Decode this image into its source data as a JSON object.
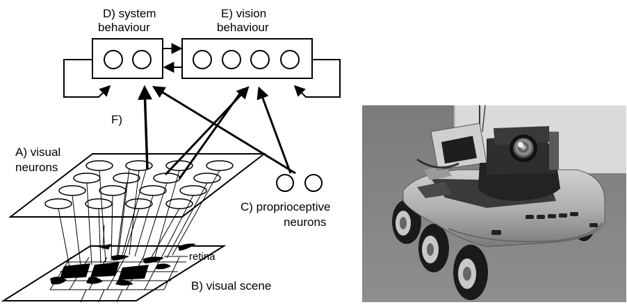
{
  "diagram": {
    "system_behaviour": {
      "line1": "D) system",
      "line2": "behaviour"
    },
    "vision_behaviour": {
      "line1": "E) vision",
      "line2": "behaviour"
    },
    "f_label": "F)",
    "visual_neurons": {
      "line1": "A) visual",
      "line2": "neurons"
    },
    "proprioceptive_neurons": {
      "line1": "C) proprioceptive",
      "line2": "neurons"
    },
    "retina_label": "retina",
    "visual_scene_label": "B) visual scene"
  },
  "photo": {
    "subject": "wheeled-robot-with-camera",
    "colors": {
      "floor": "#8a8a88",
      "wall": "#dcdcdc",
      "body": "#b5b5b5",
      "tire": "#1a1a1a",
      "camera": "#2a2a2a"
    }
  }
}
